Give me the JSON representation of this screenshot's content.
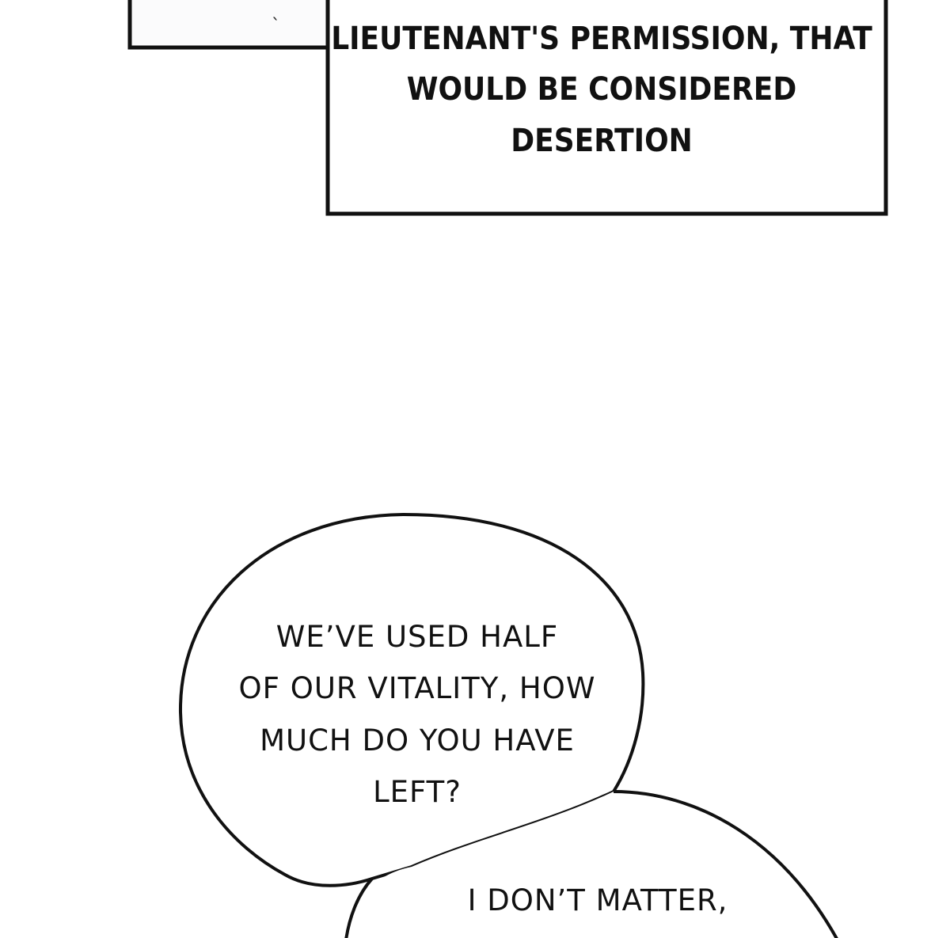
{
  "panels": {
    "top_panel_fragment": {
      "mark": "ˎ"
    },
    "narration_box": {
      "lines": [
        "LIEUTENANT'S PERMISSION, THAT",
        "WOULD BE CONSIDERED",
        "DESERTION"
      ]
    },
    "speech_bubble_1": {
      "lines": [
        "WE’VE USED HALF",
        "OF OUR VITALITY, HOW",
        "MUCH DO YOU HAVE",
        "LEFT?"
      ]
    },
    "speech_bubble_2": {
      "lines": [
        "I DON’T MATTER,"
      ]
    }
  },
  "colors": {
    "ink": "#111111",
    "paper": "#ffffff",
    "panel_fill": "#fbfbfc"
  }
}
